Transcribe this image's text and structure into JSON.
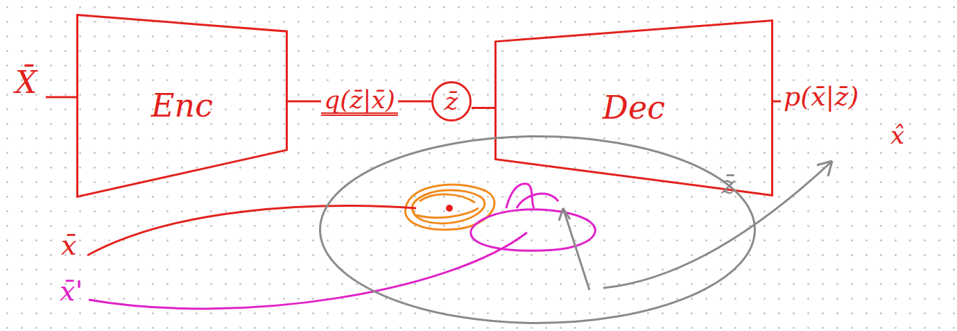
{
  "diagram": {
    "nodes": [
      {
        "text": [
          "Enc"
        ]
      },
      {
        "text": [
          "z̄"
        ]
      },
      {
        "text": [
          "Dec"
        ]
      },
      {
        "text": [
          "z̄"
        ]
      }
    ],
    "edges": [
      {
        "from": 0,
        "to": 1,
        "label": "q(z̄|x̄)",
        "arrow": "none"
      },
      {
        "from": 1,
        "to": 2,
        "arrow": "none"
      }
    ],
    "labels": [
      "X̄",
      "p(x̄|z̄)",
      "x̂",
      "x̄",
      "x̄'"
    ]
  }
}
